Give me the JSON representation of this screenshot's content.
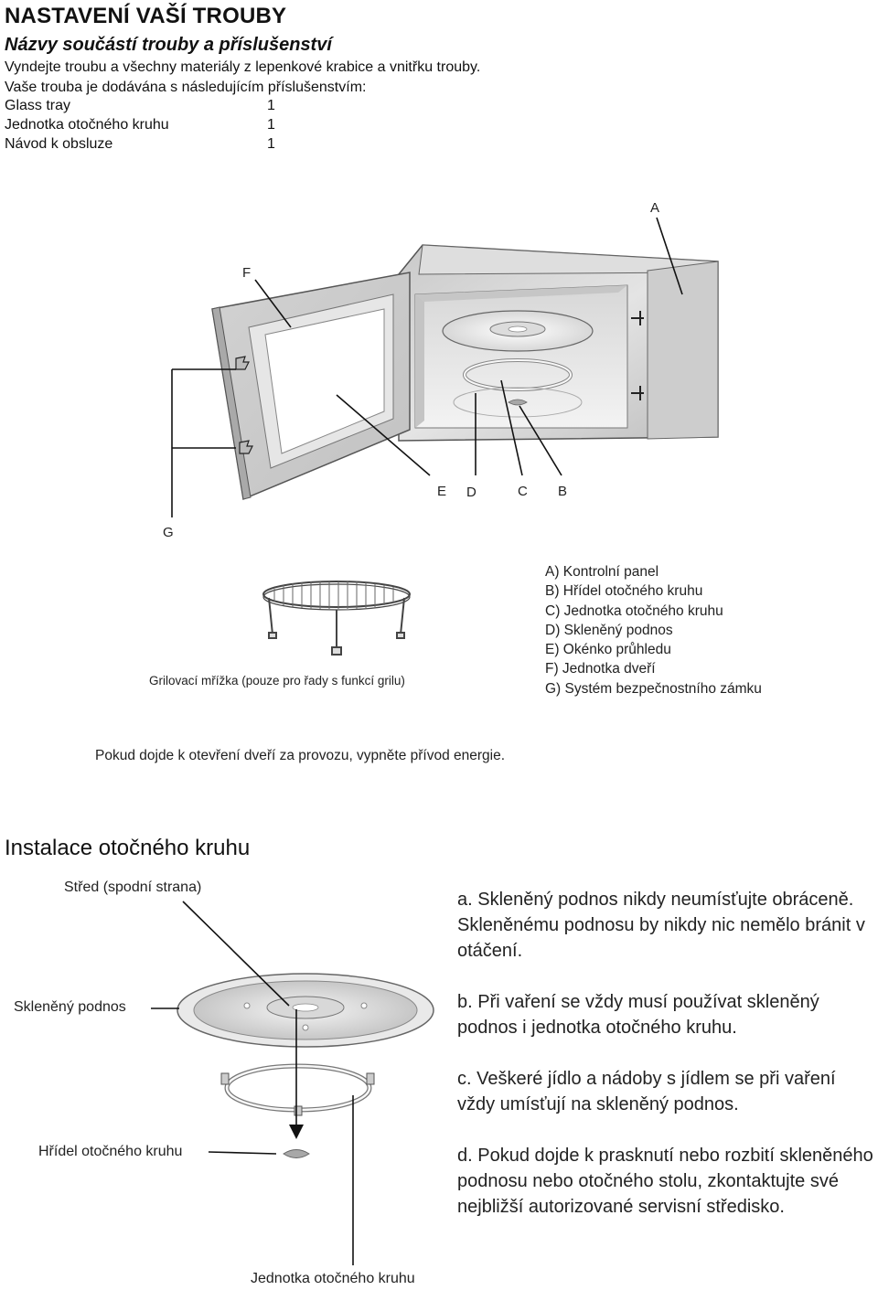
{
  "heading": {
    "title": "NASTAVENÍ VAŠÍ TROUBY",
    "subtitle": "Názvy součástí trouby a příslušenství"
  },
  "intro": {
    "line1": "Vyndejte troubu a všechny materiály z lepenkové krabice a vnitřku trouby.",
    "line2": "Vaše trouba je dodávána s následujícím příslušenstvím:"
  },
  "accessories": [
    {
      "name": "Glass tray",
      "qty": "1"
    },
    {
      "name": "Jednotka otočného kruhu",
      "qty": "1"
    },
    {
      "name": "Návod k obsluze",
      "qty": "1"
    }
  ],
  "diagram_labels": {
    "a": "A",
    "b": "B",
    "c": "C",
    "d": "D",
    "e": "E",
    "f": "F",
    "g": "G"
  },
  "legend": [
    "A) Kontrolní panel",
    "B) Hřídel otočného kruhu",
    "C) Jednotka otočného kruhu",
    "D) Skleněný podnos",
    "E) Okénko průhledu",
    "F) Jednotka dveří",
    "G) Systém bezpečnostního zámku"
  ],
  "grill_caption": "Grilovací mřížka (pouze pro řady s funkcí grilu)",
  "warning": "Pokud dojde k otevření dveří za provozu, vypněte přívod energie.",
  "installation": {
    "title": "Instalace otočného kruhu",
    "labels": {
      "center": "Střed (spodní strana)",
      "glass_tray": "Skleněný podnos",
      "shaft": "Hřídel otočného kruhu",
      "ring": "Jednotka otočného kruhu"
    },
    "notes": [
      "a. Skleněný podnos nikdy neumísťujte obráceně. Skleněnému podnosu by nikdy nic nemělo bránit v otáčení.",
      "b. Při vaření se vždy musí používat skleněný podnos i jednotka otočného kruhu.",
      "c. Veškeré jídlo a nádoby s jídlem se při vaření vždy umísťují na skleněný podnos.",
      "d. Pokud dojde k prasknutí nebo rozbití skleněného podnosu nebo otočného stolu, zkontaktujte své nejbližší autorizované servisní středisko."
    ]
  }
}
